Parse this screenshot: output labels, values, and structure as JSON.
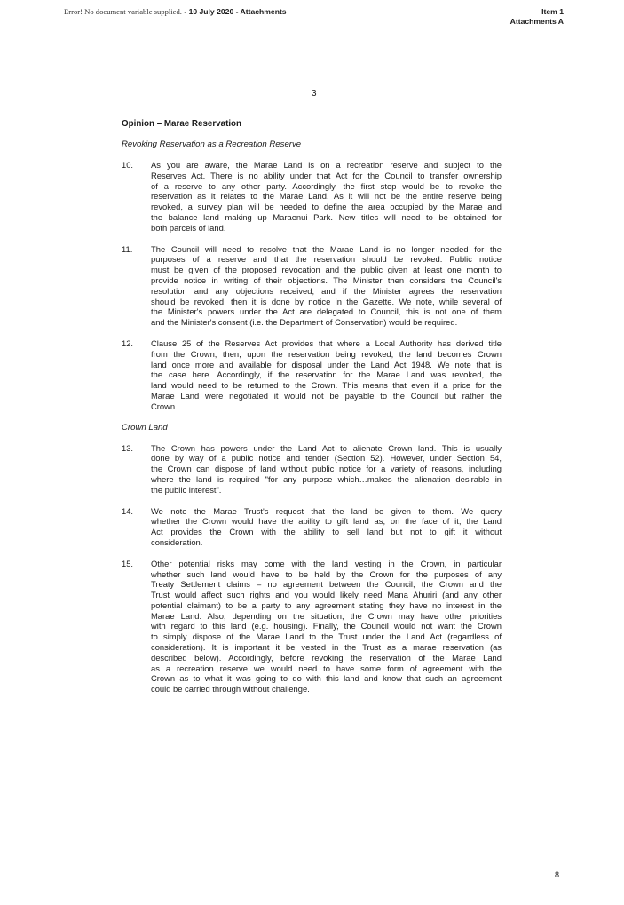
{
  "header": {
    "error_text": "Error! No document variable supplied.",
    "meeting": " - 10 July 2020 - Attachments",
    "item": "Item 1",
    "attachment": "Attachments A"
  },
  "page_number": "3",
  "heading": "Opinion – Marae Reservation",
  "sections": [
    {
      "subheading": "Revoking Reservation as a Recreation Reserve",
      "paragraphs": [
        {
          "number": "10.",
          "lines": [
            "As you are aware, the Marae Land is on a recreation reserve and subject to the",
            "Reserves Act.  There is no ability under that Act for the Council to transfer ownership",
            "of a reserve to any other party.  Accordingly, the first step would be to revoke the",
            "reservation as it relates to the Marae Land.  As it will not be the entire reserve being",
            "revoked, a survey plan will be needed to define the area occupied by the Marae and",
            "the balance land making up Maraenui Park.  New titles will need to be obtained for",
            "both parcels of land."
          ]
        },
        {
          "number": "11.",
          "lines": [
            "The Council will need to resolve that the Marae Land is no longer needed for the",
            "purposes of a reserve and that the reservation should be revoked.  Public notice",
            "must be given of the proposed revocation and the public given at least one month to",
            "provide notice in writing of their objections.  The Minister then considers the Council's",
            "resolution and any objections received, and if the Minister agrees the reservation",
            "should be revoked, then it is done by notice in the Gazette.  We note, while several of",
            "the Minister's powers under the Act are delegated to Council, this is not one of them",
            "and the Minister's consent (i.e. the Department of Conservation) would be required."
          ]
        },
        {
          "number": "12.",
          "lines": [
            "Clause 25 of the Reserves Act provides that where a Local Authority has derived title",
            "from the Crown, then, upon the reservation being revoked, the land becomes Crown",
            "land once more and available for disposal under the Land Act 1948.  We note that is",
            "the case here.  Accordingly, if the reservation for the Marae Land was revoked, the",
            "land would need to be returned to the Crown.  This means that even if a price for the",
            "Marae Land were negotiated it would not be payable to the Council but rather the",
            "Crown."
          ]
        }
      ]
    },
    {
      "subheading": "Crown Land",
      "paragraphs": [
        {
          "number": "13.",
          "lines": [
            "The Crown has powers under the Land Act to alienate Crown land. This is usually",
            "done by way of a public notice and tender (Section 52).  However, under Section 54,",
            "the Crown can dispose of land without public notice for a variety of reasons, including",
            "where the land is required \"for any purpose which…makes the alienation desirable in",
            "the public interest\"."
          ]
        },
        {
          "number": "14.",
          "lines": [
            "We note the Marae Trust's request that the land be given to them.  We query",
            "whether the Crown would have the ability to gift land as, on the face of it, the Land",
            "Act provides the Crown with the ability to sell land but not to gift it without",
            "consideration."
          ]
        },
        {
          "number": "15.",
          "lines": [
            "Other potential risks may come with the land vesting in the Crown, in particular",
            "whether such land would have to be held by the Crown for the purposes of any",
            "Treaty Settlement claims – no agreement between the Council, the Crown and the",
            "Trust would affect such rights and you would likely need Mana Ahuriri (and any other",
            "potential claimant) to be a party to any agreement stating they have no interest in the",
            "Marae Land.  Also, depending on the situation, the Crown may have other priorities",
            "with regard to this land (e.g. housing).  Finally, the Council would not want the Crown",
            "to simply dispose of the Marae Land to the Trust under the Land Act (regardless of",
            "consideration).  It is important it be vested in the Trust as    a marae reservation (as",
            "described below).   Accordingly, before revoking the reservation of the Marae Land",
            "as a recreation reserve we would need to have some form of agreement with the",
            "Crown as to what it was going to do with this land and know that such an agreement",
            "could be carried through without challenge."
          ]
        }
      ]
    }
  ],
  "footer_page_number": "8"
}
